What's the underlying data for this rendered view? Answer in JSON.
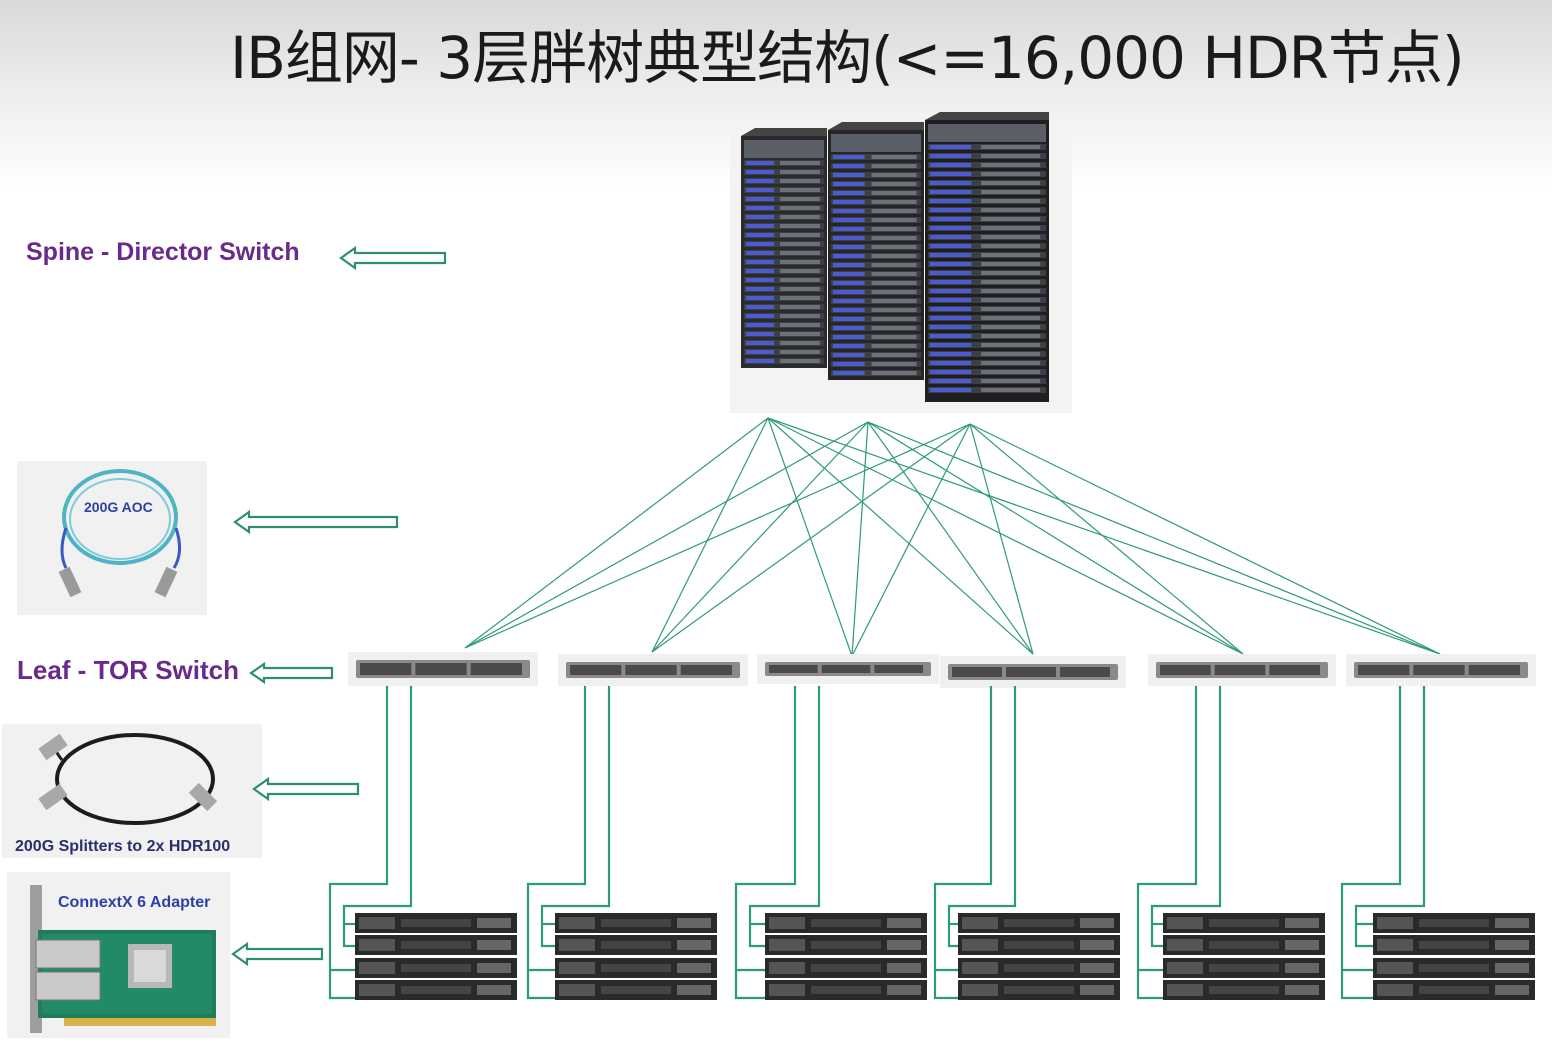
{
  "title": "IB组网- 3层胖树典型结构(<=16,000 HDR节点)",
  "labels": {
    "spine": "Spine  - Director Switch",
    "leaf": "Leaf - TOR Switch"
  },
  "components": {
    "aoc": "200G AOC",
    "splitter": "200G Splitters to 2x HDR100",
    "adapter": "ConnextX 6 Adapter"
  },
  "colors": {
    "link": "#2e9a7c",
    "arrow": "#2e8f6e",
    "label": "#6a2a8c",
    "caption": "#2d3fa8"
  },
  "topology": {
    "spine_switches": 3,
    "leaf_switches": 6,
    "servers_per_leaf": 4
  }
}
